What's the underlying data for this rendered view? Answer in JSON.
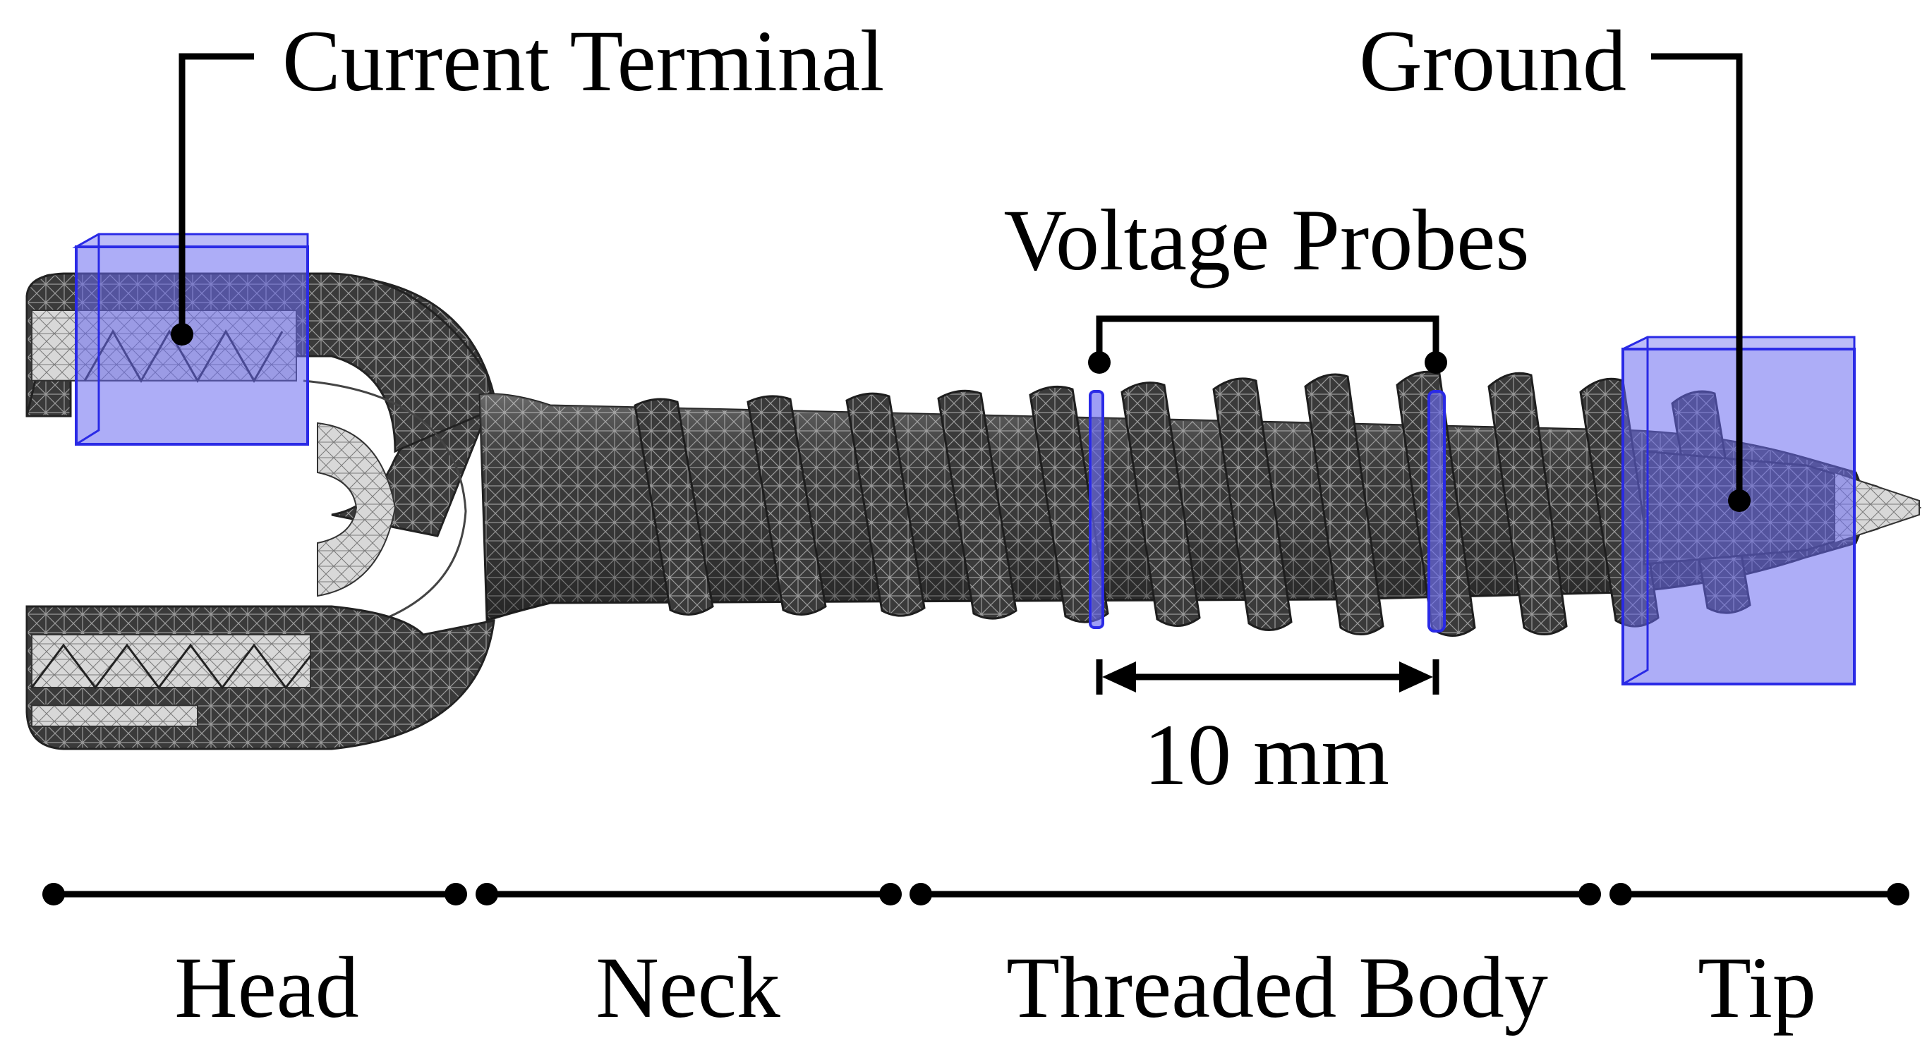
{
  "labels": {
    "current_terminal": "Current Terminal",
    "ground": "Ground",
    "voltage_probes": "Voltage Probes",
    "distance": "10 mm"
  },
  "sections": [
    {
      "name": "Head"
    },
    {
      "name": "Neck"
    },
    {
      "name": "Threaded Body"
    },
    {
      "name": "Tip"
    }
  ],
  "colors": {
    "electrode_fill": "#6a6af0",
    "electrode_stroke": "#2a2ae6",
    "mesh_dark": "#2b2b2b",
    "mesh_light": "#d4d4d4",
    "line": "#000000"
  }
}
